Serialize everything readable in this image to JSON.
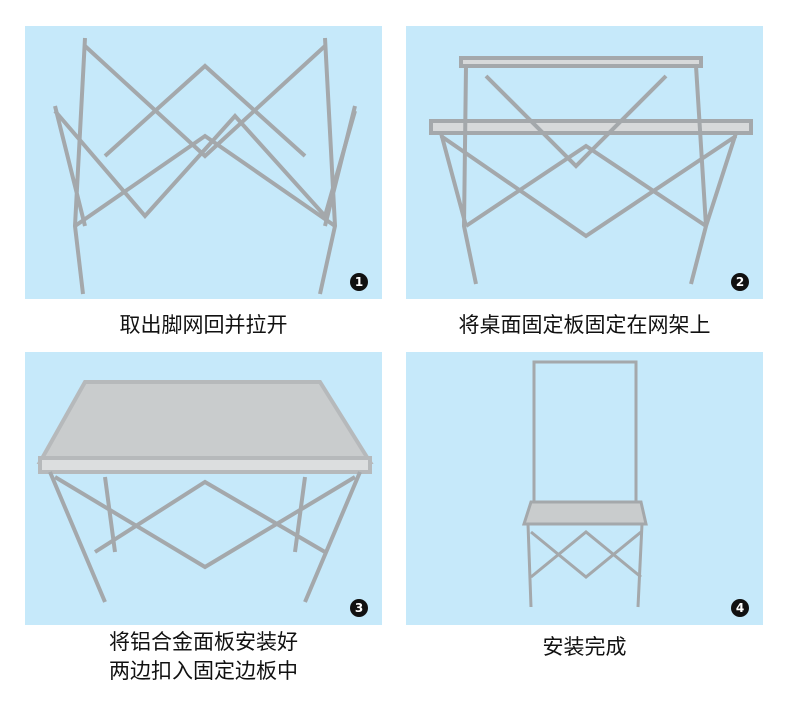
{
  "steps": [
    {
      "number": "1",
      "caption_lines": [
        "取出脚网回并拉开"
      ]
    },
    {
      "number": "2",
      "caption_lines": [
        "将桌面固定板固定在网架上"
      ]
    },
    {
      "number": "3",
      "caption_lines": [
        "将铝合金面板安装好",
        "两边扣入固定边板中"
      ]
    },
    {
      "number": "4",
      "caption_lines": [
        "安装完成"
      ]
    }
  ],
  "colors": {
    "panel_bg": "#c6e9fa",
    "frame": "#a9acae"
  }
}
